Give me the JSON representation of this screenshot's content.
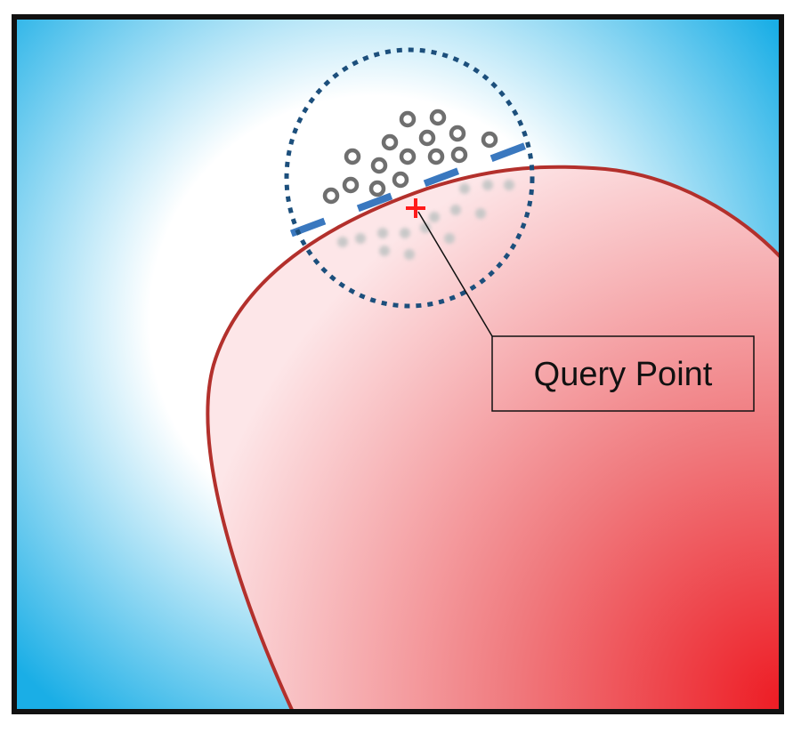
{
  "callout": {
    "label": "Query Point"
  },
  "colors": {
    "region_a": "#1aaee6",
    "region_b": "#ed1c24",
    "boundary": "#b3302c",
    "neighborhood_circle": "#1c4f7c",
    "local_boundary_segments": "#3a78bf",
    "samples_above": "#6f6f6f",
    "samples_below": "#c8c8c8",
    "query_marker": "#ff1a1a",
    "frame": "#111111"
  },
  "icons": {
    "query_marker": "plus-marker",
    "sample_above": "ring-marker",
    "sample_below": "faded-dot-marker"
  }
}
